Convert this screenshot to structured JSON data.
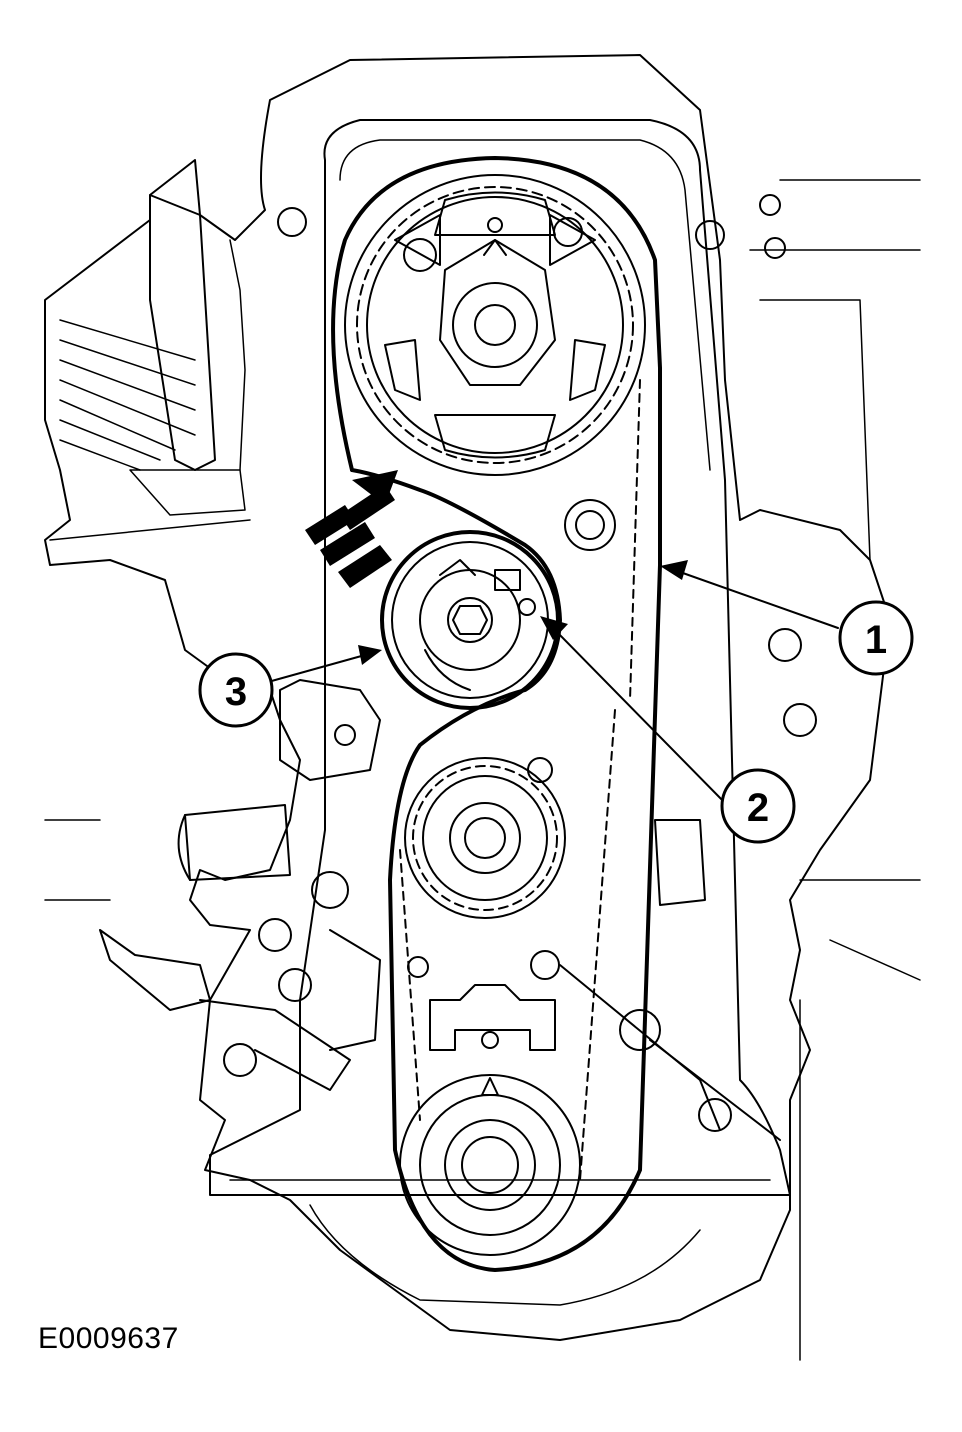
{
  "figure": {
    "id": "E0009637"
  },
  "callouts": [
    {
      "label": "1"
    },
    {
      "label": "2"
    },
    {
      "label": "3"
    }
  ],
  "colors": {
    "line": "#000000",
    "background": "#ffffff"
  }
}
